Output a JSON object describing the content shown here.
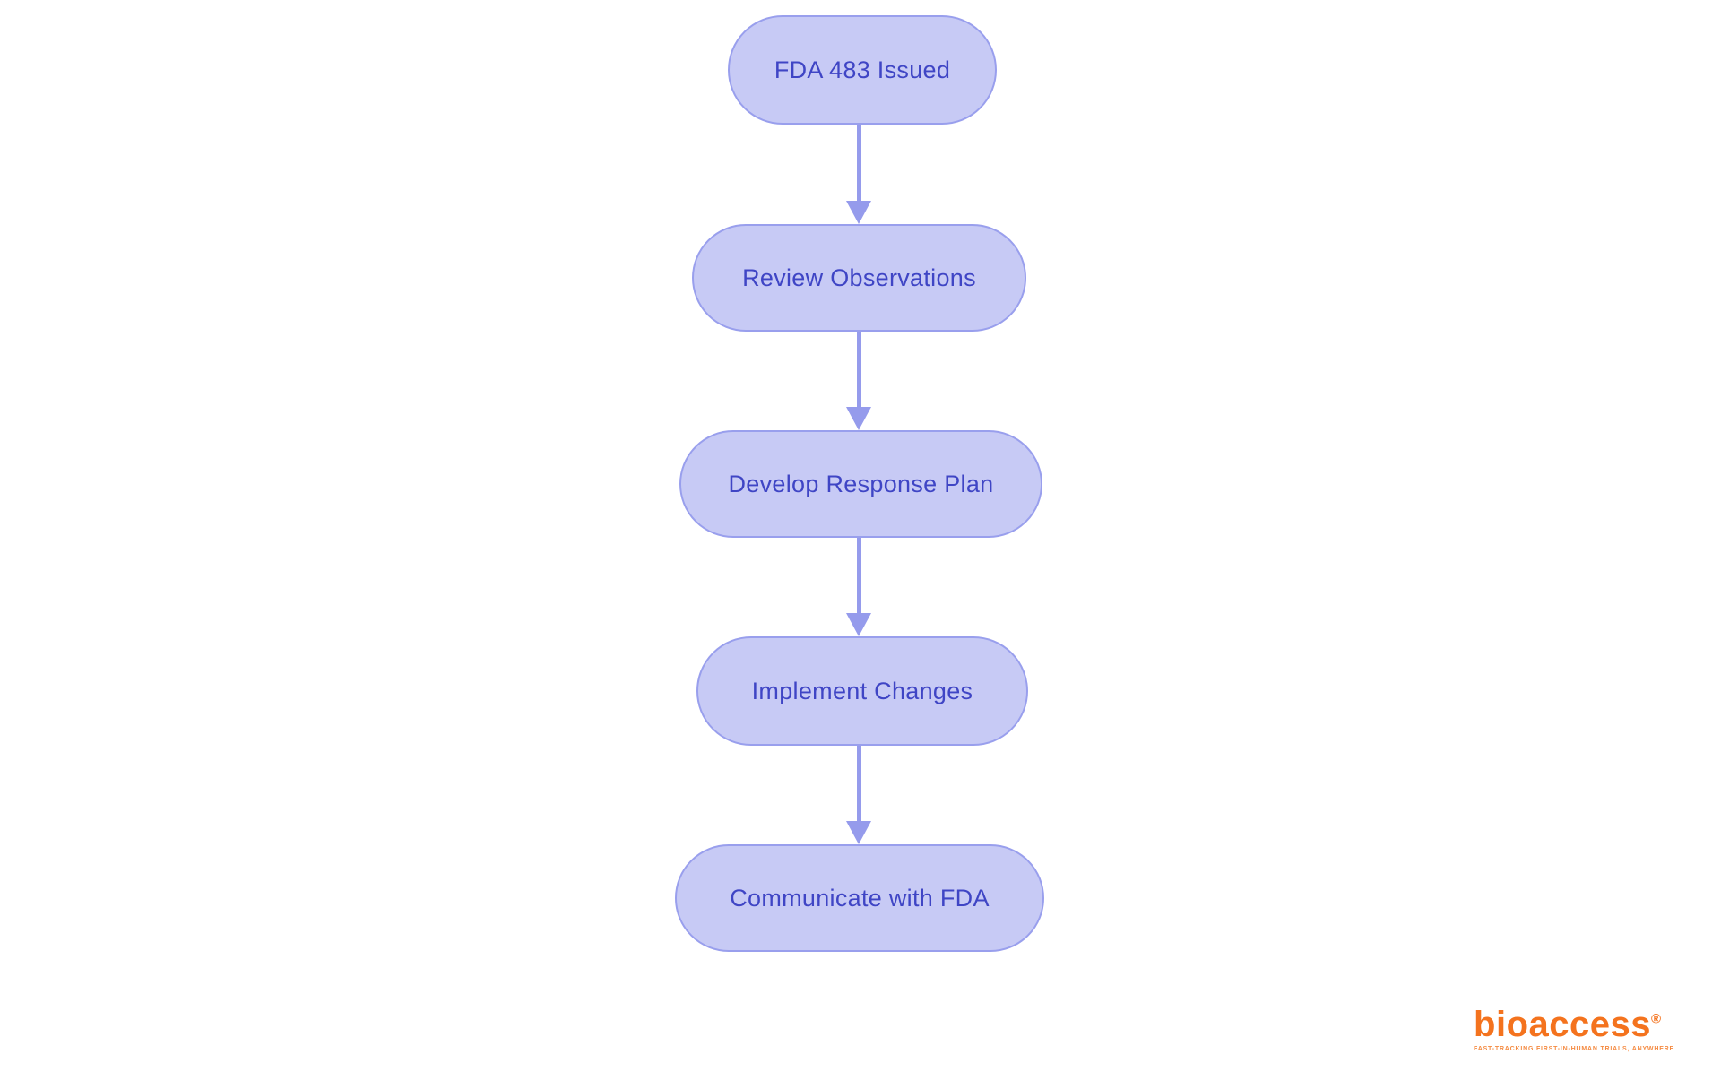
{
  "flowchart": {
    "type": "vertical-process-flow",
    "nodes": [
      {
        "label": "FDA 483 Issued"
      },
      {
        "label": "Review Observations"
      },
      {
        "label": "Develop Response Plan"
      },
      {
        "label": "Implement Changes"
      },
      {
        "label": "Communicate with FDA"
      }
    ]
  },
  "colors": {
    "node_fill": "#c7caf5",
    "node_border": "#999fed",
    "node_text": "#3f45c5",
    "arrow": "#959bec",
    "logo_orange": "#f4731e",
    "tagline_orange": "#f58b42",
    "background": "#ffffff"
  },
  "branding": {
    "logo_text": "bioaccess",
    "registered_mark": "®",
    "tagline": "FAST-TRACKING FIRST-IN-HUMAN TRIALS, ANYWHERE"
  }
}
